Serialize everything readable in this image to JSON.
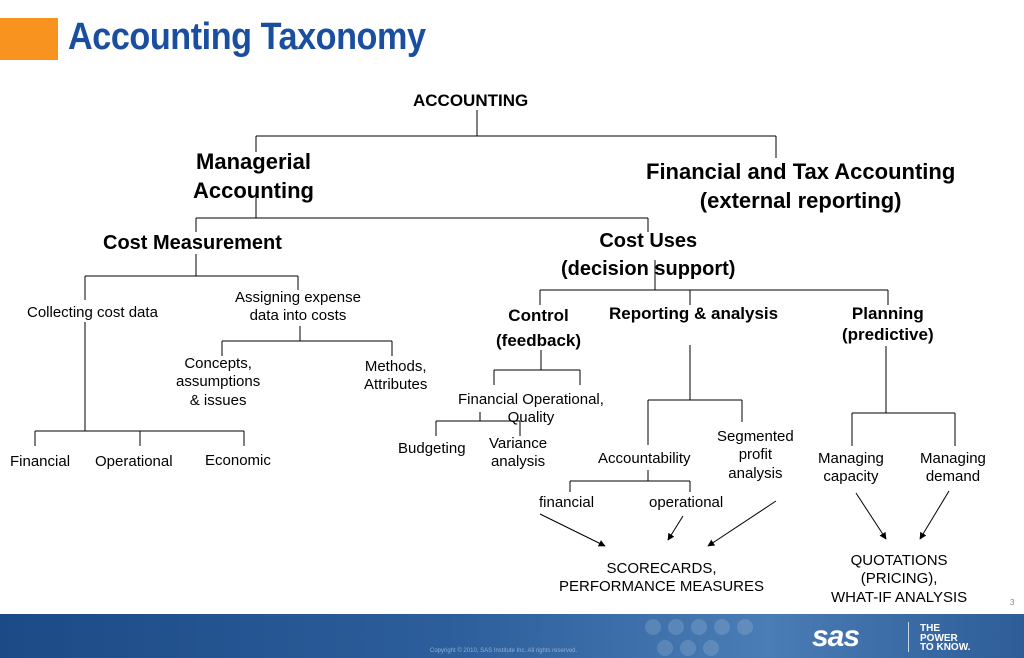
{
  "slide": {
    "title": "Accounting Taxonomy",
    "page_number": "3",
    "accent_color": "#f7931e",
    "title_color": "#1a4fa0"
  },
  "diagram": {
    "root": "ACCOUNTING",
    "managerial": [
      "Managerial",
      "Accounting"
    ],
    "financial_tax": [
      "Financial and Tax Accounting",
      "(external reporting)"
    ],
    "cost_measurement": "Cost Measurement",
    "cost_uses": [
      "Cost Uses",
      "(decision  support)"
    ],
    "collecting_cost_data": "Collecting cost data",
    "assigning_expense": [
      "Assigning expense",
      "data into costs"
    ],
    "concepts": [
      "Concepts,",
      "assumptions",
      "& issues"
    ],
    "methods": [
      "Methods,",
      "Attributes"
    ],
    "financial": "Financial",
    "operational": "Operational",
    "economic": "Economic",
    "control": [
      "Control",
      "(feedback)"
    ],
    "reporting_analysis": "Reporting & analysis",
    "planning": [
      "Planning",
      "(predictive)"
    ],
    "fin_op_quality": [
      "Financial Operational,",
      "Quality"
    ],
    "budgeting": "Budgeting",
    "variance": [
      "Variance",
      "analysis"
    ],
    "accountability": "Accountability",
    "segmented": [
      "Segmented",
      "profit",
      "analysis"
    ],
    "acc_financial": "financial",
    "acc_operational": "operational",
    "managing_capacity": [
      "Managing",
      "capacity"
    ],
    "managing_demand": [
      "Managing",
      "demand"
    ],
    "scorecards": [
      "SCORECARDS,",
      "PERFORMANCE MEASURES"
    ],
    "quotations": [
      "QUOTATIONS",
      "(PRICING),",
      "WHAT-IF ANALYSIS"
    ]
  },
  "footer": {
    "copyright": "Copyright © 2010, SAS Institute Inc. All rights reserved.",
    "logo": "sas",
    "tagline": [
      "THE",
      "POWER",
      "TO KNOW."
    ]
  }
}
